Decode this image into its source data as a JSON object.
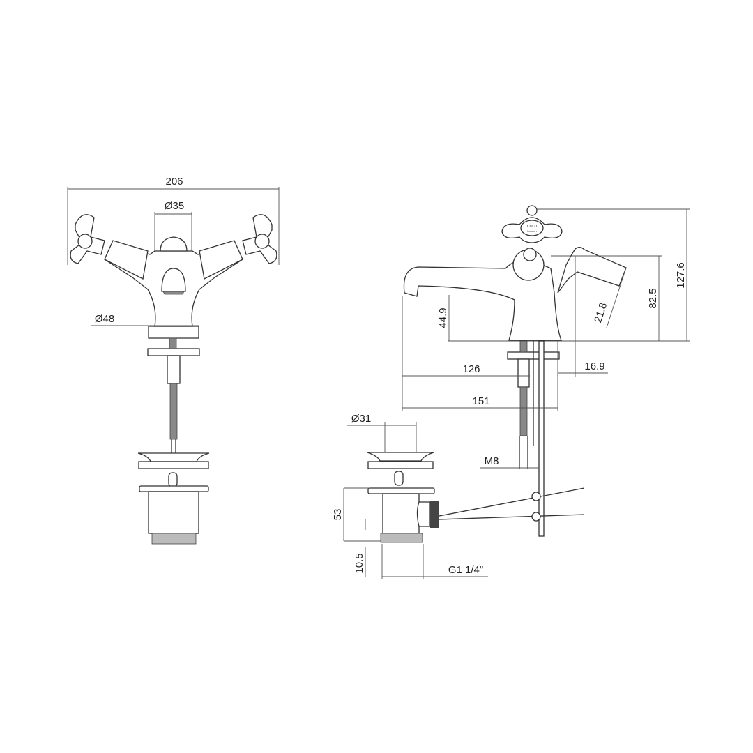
{
  "front_view": {
    "overall_width": "206",
    "spout_diameter": "Ø35",
    "base_diameter": "Ø48"
  },
  "side_view": {
    "overall_height": "127.6",
    "lever_height": "82.5",
    "spout_height": "44.9",
    "lever_length": "21.8",
    "spout_reach_to_tail": "126",
    "overall_depth": "151",
    "lever_offset": "16.9",
    "tail_thread": "M8"
  },
  "waste": {
    "diameter": "Ø31",
    "height": "53",
    "thread_length": "10.5",
    "thread_size": "G1 1/4\""
  },
  "handle_badge": {
    "line1": "COLD",
    "line2": "London"
  }
}
